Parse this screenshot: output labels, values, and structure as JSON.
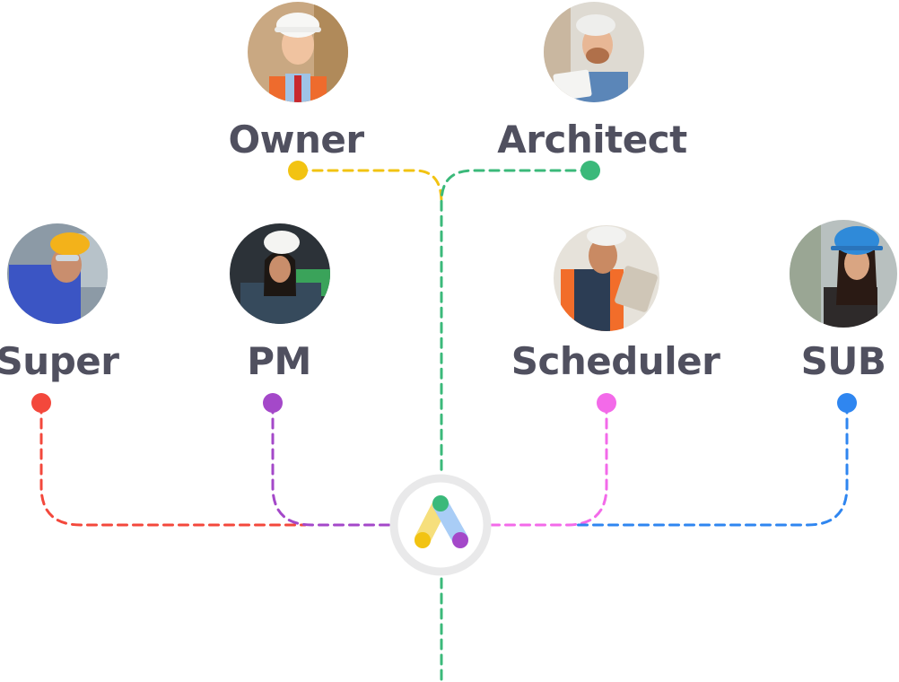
{
  "colors": {
    "owner": "#f2c312",
    "architect": "#3bb97a",
    "super": "#f3483c",
    "pm": "#a448c9",
    "scheduler": "#f36ae9",
    "sub": "#2f86f0",
    "label": "#50505f",
    "hub_ring": "#e9e9ea"
  },
  "roles": {
    "owner": {
      "label": "Owner",
      "icon": "owner-avatar-icon"
    },
    "architect": {
      "label": "Architect",
      "icon": "architect-avatar-icon"
    },
    "super": {
      "label": "Super",
      "icon": "super-avatar-icon"
    },
    "pm": {
      "label": "PM",
      "icon": "pm-avatar-icon"
    },
    "scheduler": {
      "label": "Scheduler",
      "icon": "scheduler-avatar-icon"
    },
    "sub": {
      "label": "SUB",
      "icon": "sub-avatar-icon"
    }
  },
  "hub": {
    "icon": "app-logo-icon"
  }
}
